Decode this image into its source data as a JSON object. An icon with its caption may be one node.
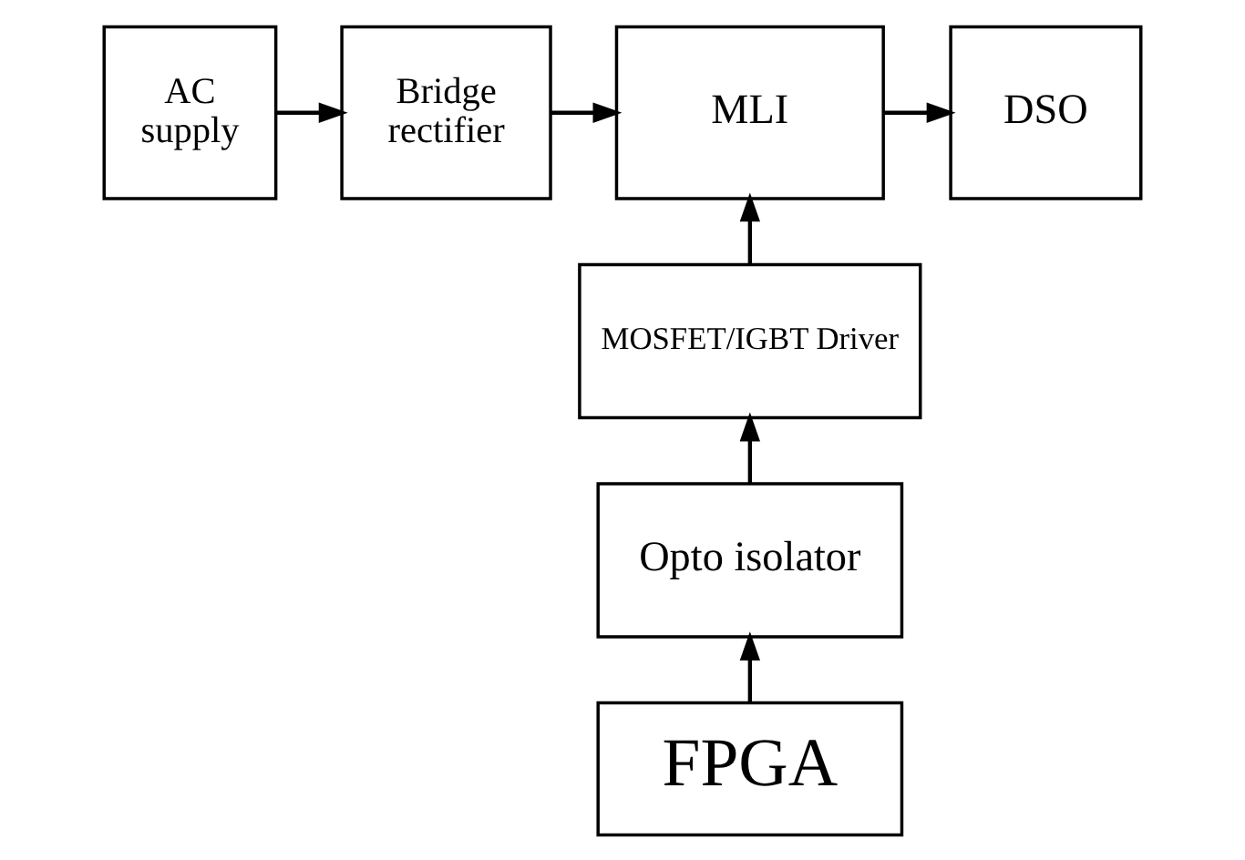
{
  "diagram": {
    "nodes": [
      {
        "text": [
          "AC supply"
        ]
      },
      {
        "text": [
          "Bridge rectifier"
        ]
      },
      {
        "text": [
          "MLI"
        ]
      },
      {
        "text": [
          "DSO"
        ]
      },
      {
        "text": [
          "MOSFET/IGBT Driver"
        ]
      },
      {
        "text": [
          "Opto isolator"
        ]
      },
      {
        "text": [
          "FPGA"
        ]
      }
    ],
    "edges": [
      {
        "from": 0,
        "to": 1,
        "arrow": "to"
      },
      {
        "from": 1,
        "to": 2,
        "arrow": "to"
      },
      {
        "from": 2,
        "to": 3,
        "arrow": "to"
      },
      {
        "from": 4,
        "to": 2,
        "arrow": "to"
      },
      {
        "from": 5,
        "to": 4,
        "arrow": "to"
      },
      {
        "from": 6,
        "to": 5,
        "arrow": "to"
      }
    ]
  }
}
